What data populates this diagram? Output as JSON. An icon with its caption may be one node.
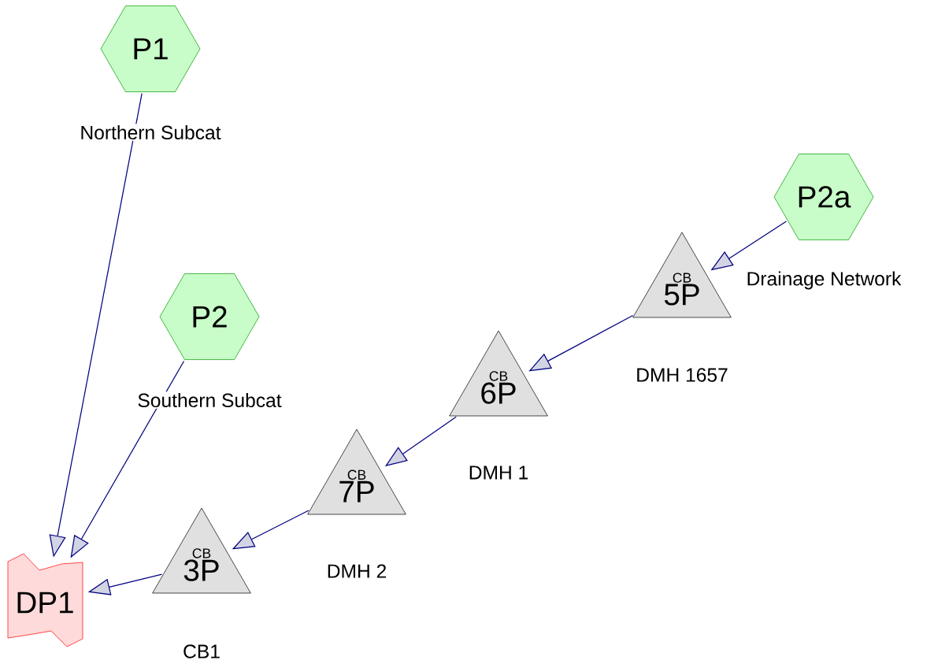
{
  "diagram": {
    "nodes": [
      {
        "text": [
          "P1"
        ],
        "beside": [
          "Northern Subcat"
        ]
      },
      {
        "text": [
          "P2"
        ],
        "beside": [
          "Southern Subcat"
        ]
      },
      {
        "text": [
          "P2a"
        ]
      },
      {
        "text": [
          "CB",
          "5P"
        ],
        "beside": [
          "DMH 1657"
        ]
      },
      {
        "text": [
          "CB",
          "6P"
        ],
        "beside": [
          "DMH 1"
        ]
      },
      {
        "text": [
          "CB",
          "7P"
        ],
        "beside": [
          "DMH 2"
        ]
      },
      {
        "text": [
          "CB",
          "3P"
        ],
        "beside": [
          "CB1"
        ]
      },
      {
        "text": [
          "DP1"
        ]
      }
    ],
    "edges": [
      {
        "from": 0,
        "to": 7,
        "arrow": "to"
      },
      {
        "from": 1,
        "to": 7,
        "arrow": "to"
      },
      {
        "from": 2,
        "to": 3,
        "arrow": "to"
      },
      {
        "from": 3,
        "to": 4,
        "arrow": "to"
      },
      {
        "from": 4,
        "to": 5,
        "arrow": "to"
      },
      {
        "from": 5,
        "to": 6,
        "arrow": "to"
      },
      {
        "from": 6,
        "to": 7,
        "arrow": "to"
      }
    ],
    "labels": [
      "Drainage Network"
    ]
  }
}
